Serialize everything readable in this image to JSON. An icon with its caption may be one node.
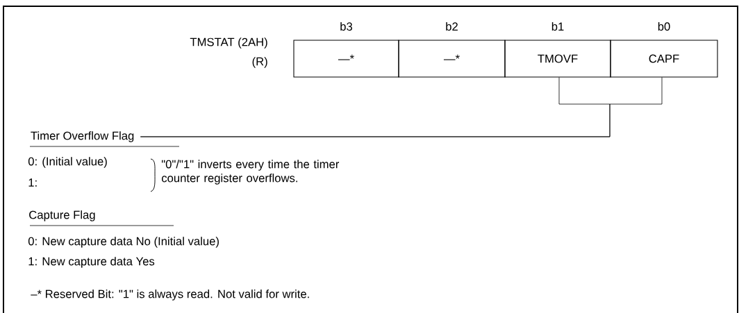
{
  "diagram": {
    "nodes": [
      {
        "text": [
          "—*"
        ],
        "beside": [
          "b3"
        ]
      },
      {
        "text": [
          "—*"
        ],
        "beside": [
          "b2"
        ]
      },
      {
        "text": [
          "TMOVF"
        ],
        "beside": [
          "b1"
        ]
      },
      {
        "text": [
          "CAPF"
        ],
        "beside": [
          "b0"
        ]
      },
      {
        "text": [
          "Timer Overflow Flag"
        ]
      }
    ],
    "edges": [
      {
        "from": 4,
        "to": 2,
        "arrow": "none"
      },
      {
        "from": 4,
        "to": 3,
        "arrow": "none"
      }
    ],
    "labels": [
      "TMSTAT (2AH)",
      "(R)",
      "0: (Initial value)",
      "1:",
      "\"0\"/\"1\" inverts every time the timer counter register overflows.",
      "Capture Flag",
      "0: New capture data No (Initial value)",
      "1: New capture data Yes",
      "–* Reserved Bit: \"1\" is always read.  Not valid for write."
    ]
  }
}
